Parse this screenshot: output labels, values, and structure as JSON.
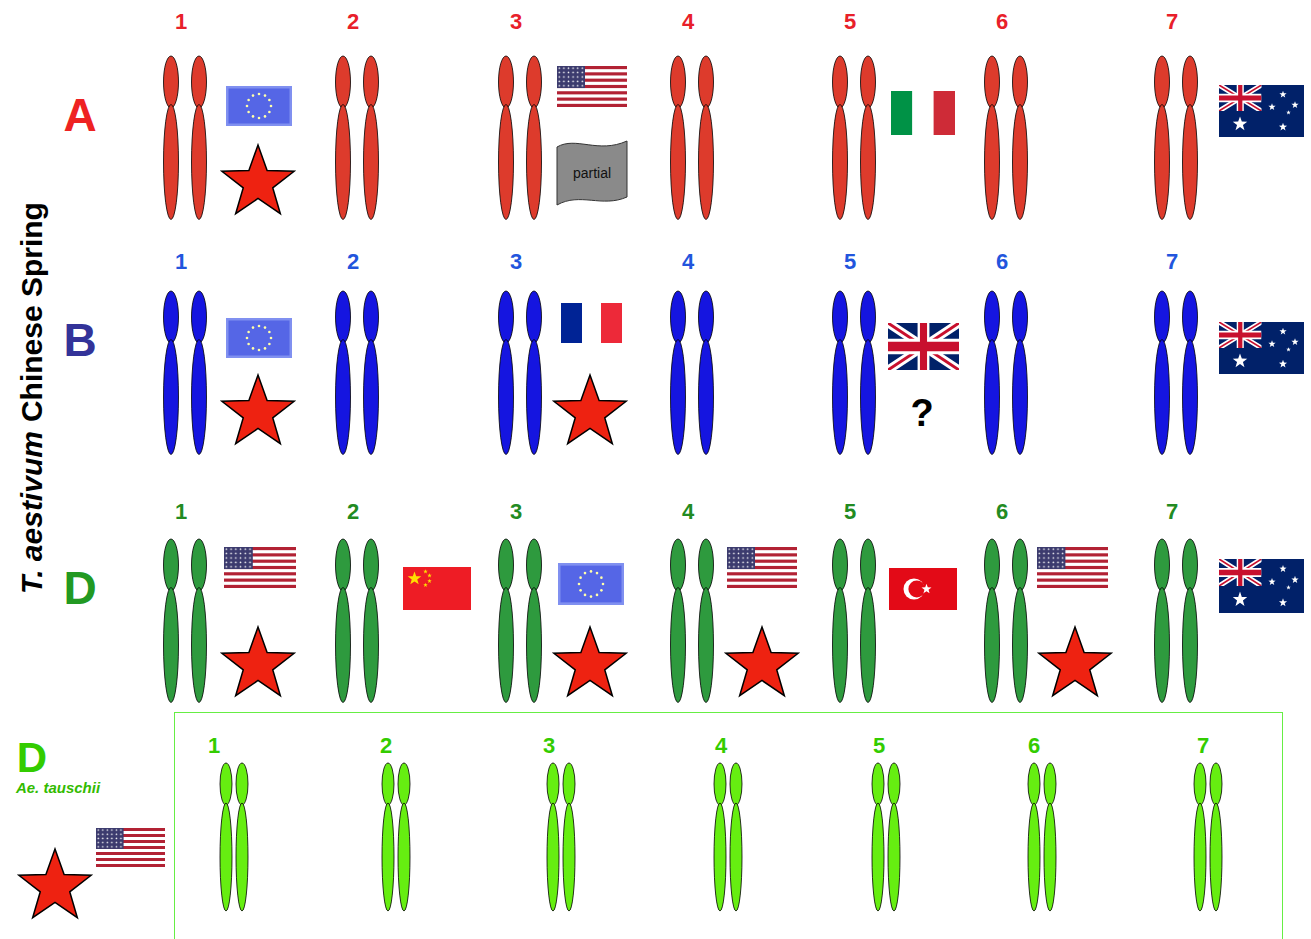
{
  "diagram": {
    "nodes": [
      {
        "text": [
          "partial"
        ]
      },
      {
        "text": [
          "1",
          "2",
          "3",
          "4",
          "5",
          "6",
          "7"
        ]
      }
    ],
    "labels": [
      "T. aestivum",
      "Chinese Spring",
      "A",
      "1",
      "2",
      "3",
      "4",
      "5",
      "6",
      "7",
      "B",
      "1",
      "2",
      "3",
      "4",
      "5",
      "6",
      "7",
      "?",
      "D",
      "1",
      "2",
      "3",
      "4",
      "5",
      "6",
      "7",
      "D",
      "Ae. tauschii"
    ]
  }
}
